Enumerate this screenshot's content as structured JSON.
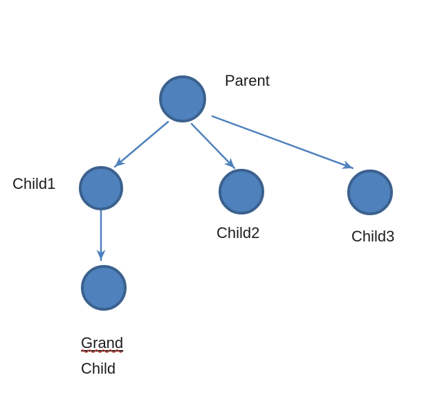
{
  "diagram": {
    "type": "tree",
    "nodes": [
      {
        "id": "parent",
        "label": "Parent",
        "shape": "circle"
      },
      {
        "id": "child1",
        "label": "Child1",
        "shape": "circle"
      },
      {
        "id": "child2",
        "label": "Child2",
        "shape": "circle"
      },
      {
        "id": "child3",
        "label": "Child3",
        "shape": "circle"
      },
      {
        "id": "grandchild",
        "label_line1": "Grand",
        "label_line2": "Child",
        "shape": "circle"
      }
    ],
    "edges": [
      {
        "from": "Parent",
        "to": "Child1",
        "style": "arrow"
      },
      {
        "from": "Parent",
        "to": "Child2",
        "style": "arrow"
      },
      {
        "from": "Parent",
        "to": "Child3",
        "style": "arrow"
      },
      {
        "from": "Child1",
        "to": "Grand Child",
        "style": "arrow"
      }
    ]
  },
  "colors": {
    "canvas_bg": "#ffffff",
    "node_fill": "#4F81BD",
    "node_border": "#3B618E",
    "connector": "#4F81BD",
    "label_text": "#1b1b1b",
    "spellcheck_red": "#C23B34"
  }
}
